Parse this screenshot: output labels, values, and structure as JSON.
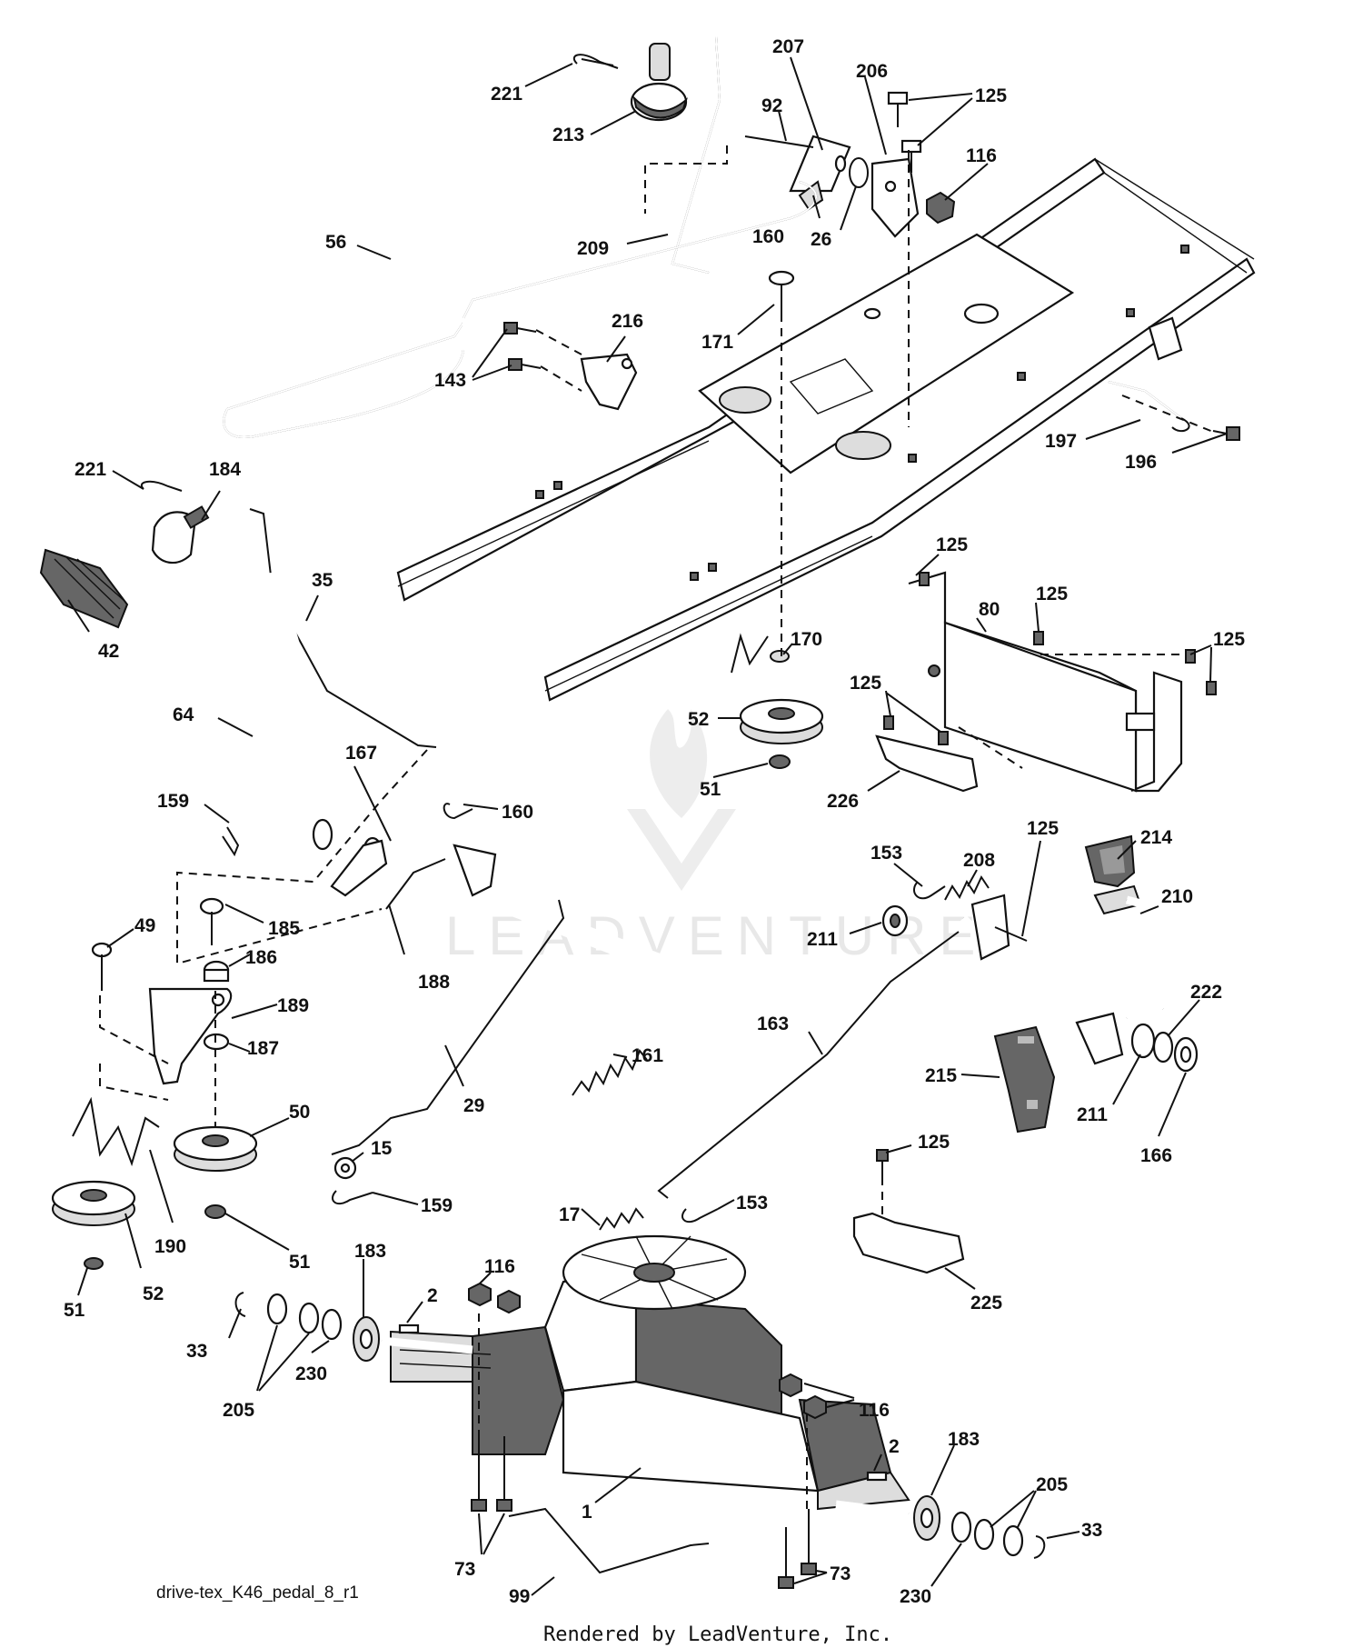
{
  "labels": {
    "l221a": "221",
    "l213": "213",
    "l209": "209",
    "l92": "92",
    "l207": "207",
    "l160a": "160",
    "l26": "26",
    "l206": "206",
    "l125a": "125",
    "l116a": "116",
    "l56": "56",
    "l143": "143",
    "l216": "216",
    "l171": "171",
    "l197": "197",
    "l196": "196",
    "l221b": "221",
    "l184": "184",
    "l42": "42",
    "l35": "35",
    "l64": "64",
    "l167": "167",
    "l160b": "160",
    "l159a": "159",
    "l185": "185",
    "l186": "186",
    "l49": "49",
    "l189": "189",
    "l188": "188",
    "l187": "187",
    "l50": "50",
    "l161": "161",
    "l29": "29",
    "l15": "15",
    "l159b": "159",
    "l190": "190",
    "l51a": "51",
    "l52a": "52",
    "l51b": "51",
    "l170": "170",
    "l52b": "52",
    "l51c": "51",
    "l125b": "125",
    "l80": "80",
    "l125c": "125",
    "l125d": "125",
    "l125e": "125",
    "l226": "226",
    "l153a": "153",
    "l208": "208",
    "l125f": "125",
    "l214": "214",
    "l210": "210",
    "l211a": "211",
    "l163": "163",
    "l215": "215",
    "l222": "222",
    "l211b": "211",
    "l166": "166",
    "l125g": "125",
    "l153b": "153",
    "l17": "17",
    "l225": "225",
    "l183a": "183",
    "l33a": "33",
    "l205a": "205",
    "l230a": "230",
    "l2a": "2",
    "l116b": "116",
    "l116c": "116",
    "l73a": "73",
    "l1": "1",
    "l2b": "2",
    "l183b": "183",
    "l205b": "205",
    "l33b": "33",
    "l230b": "230",
    "l73b": "73",
    "l99": "99"
  },
  "caption": "drive-tex_K46_pedal_8_r1",
  "footer": "Rendered by LeadVenture, Inc.",
  "watermark": "LEADVENTURE"
}
